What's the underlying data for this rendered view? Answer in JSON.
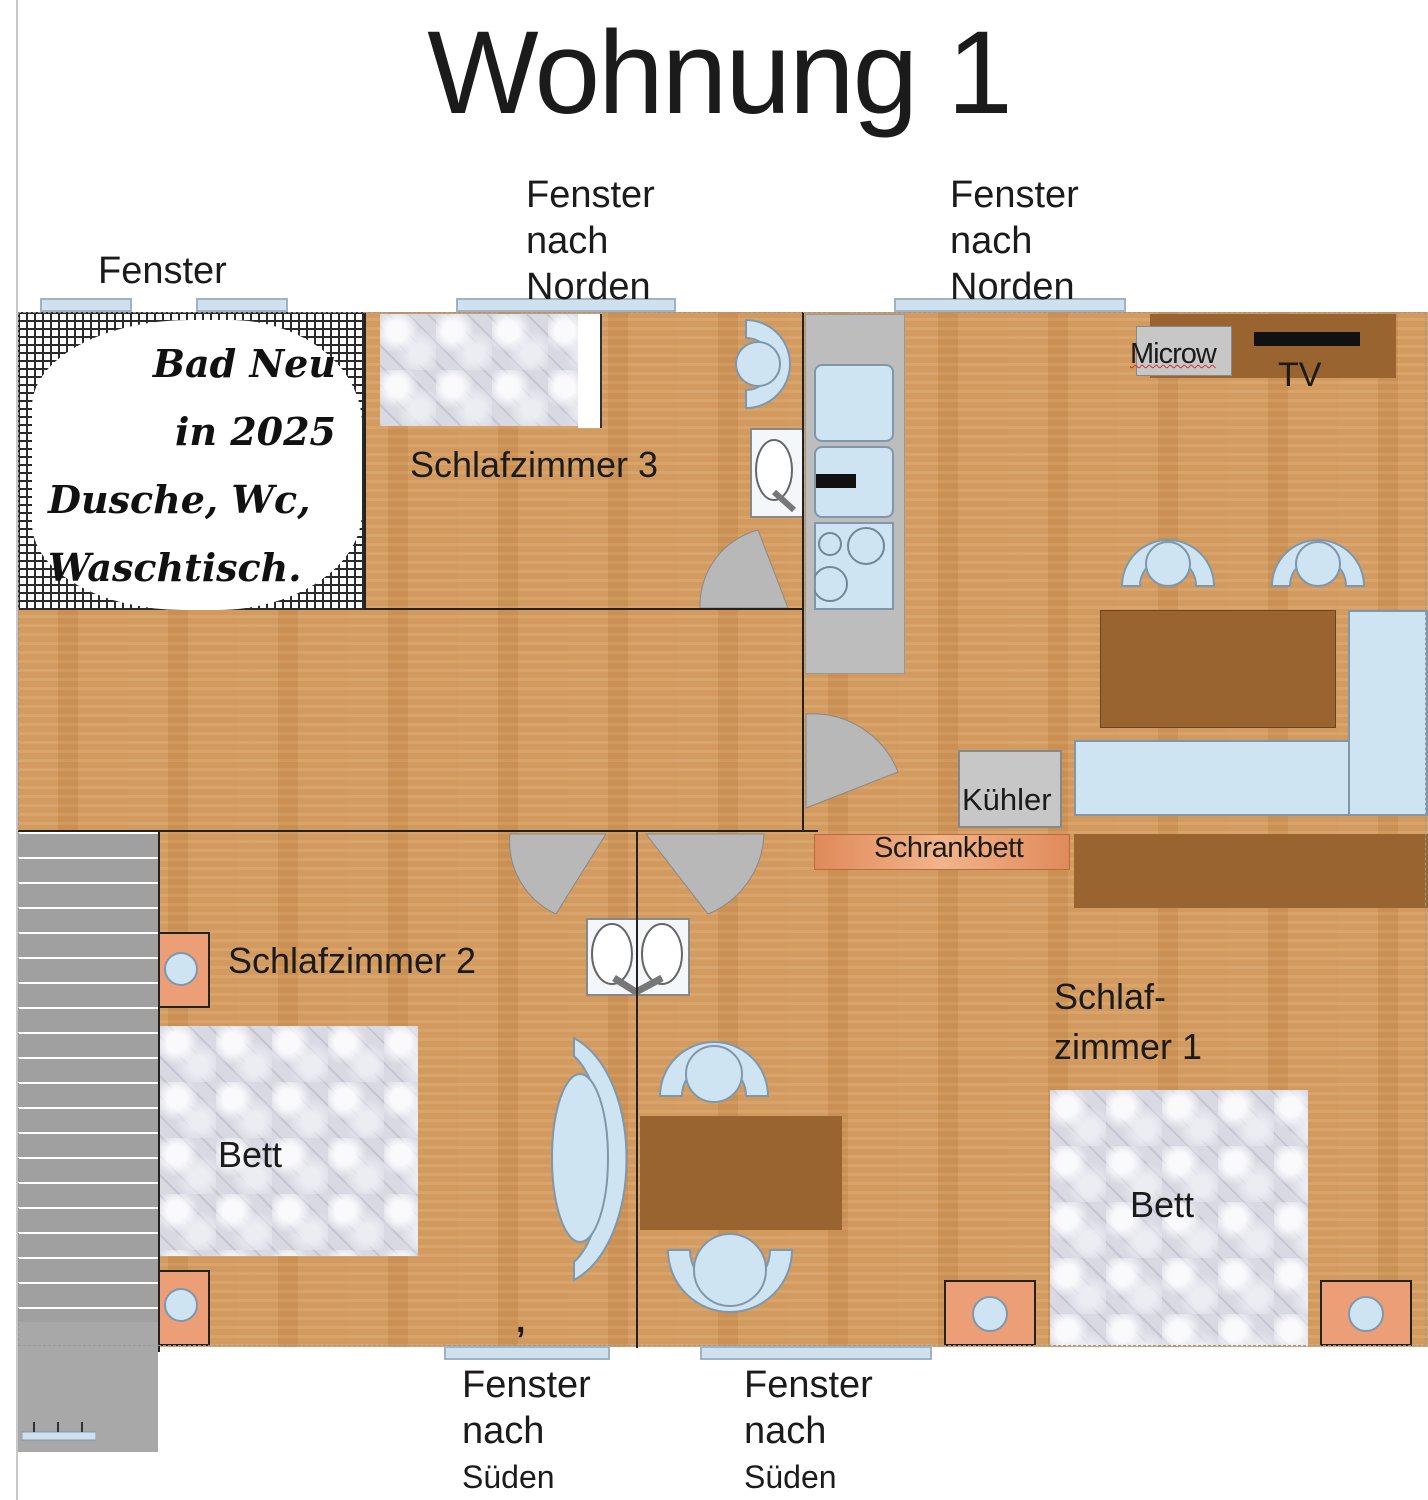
{
  "title": "Wohnung 1",
  "labels": {
    "fenster_bad": "Fenster",
    "fenster_nord_1": [
      "Fenster",
      "nach",
      "Norden"
    ],
    "fenster_nord_2": [
      "Fenster",
      "nach",
      "Norden"
    ],
    "fenster_sued_1": [
      "Fenster",
      "nach",
      "Süden"
    ],
    "fenster_sued_2": [
      "Fenster",
      "nach",
      "Süden"
    ],
    "bad_note": [
      "Bad Neu",
      "in 2025",
      "Dusche, Wc,",
      "Waschtisch."
    ],
    "schlafzimmer_3": "Schlafzimmer 3",
    "schlafzimmer_2": "Schlafzimmer 2",
    "schlafzimmer_1": [
      "Schlaf-",
      "zimmer 1"
    ],
    "bett_2": "Bett",
    "bett_1": "Bett",
    "microw": "Microw",
    "tv": "TV",
    "kuehler": "Kühler",
    "schrankbett": "Schrankbett",
    "comma": ","
  }
}
